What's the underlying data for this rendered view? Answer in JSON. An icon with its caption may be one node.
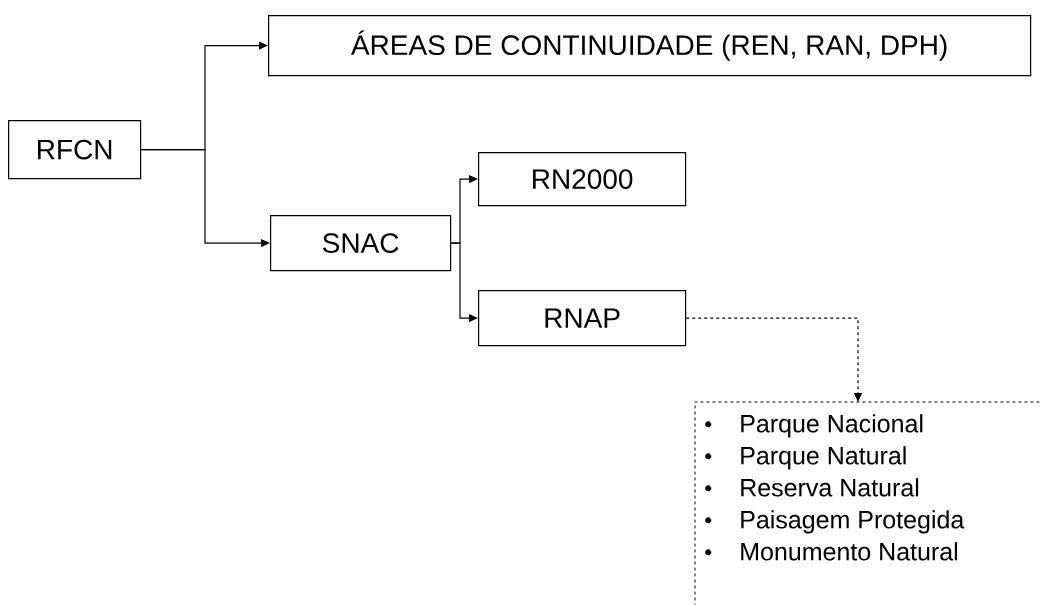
{
  "diagram": {
    "nodes": [
      {
        "text": [
          "RFCN"
        ]
      },
      {
        "text": [
          "ÁREAS DE CONTINUIDADE (REN, RAN, DPH)"
        ]
      },
      {
        "text": [
          "SNAC"
        ]
      },
      {
        "text": [
          "RN2000"
        ]
      },
      {
        "text": [
          "RNAP"
        ]
      },
      {
        "text": [
          "Parque Nacional",
          "Parque Natural",
          "Reserva Natural",
          "Paisagem Protegida",
          "Monumento Natural"
        ]
      }
    ],
    "edges": [
      {
        "from": 0,
        "to": 1,
        "arrow": "to"
      },
      {
        "from": 0,
        "to": 2,
        "arrow": "to"
      },
      {
        "from": 2,
        "to": 3,
        "arrow": "to"
      },
      {
        "from": 2,
        "to": 4,
        "arrow": "to"
      },
      {
        "from": 4,
        "to": 5,
        "arrow": "to",
        "style": "dashed"
      }
    ]
  }
}
